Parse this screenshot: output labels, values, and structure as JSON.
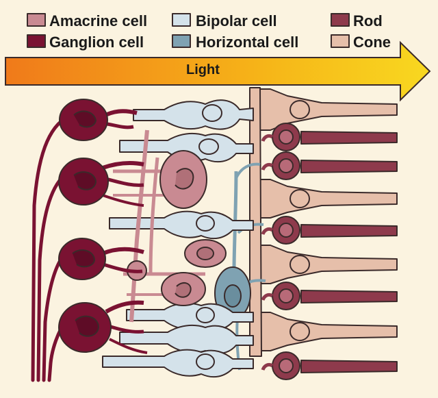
{
  "legend": {
    "amacrine": {
      "label": "Amacrine cell",
      "color": "#c98a92"
    },
    "bipolar": {
      "label": "Bipolar cell",
      "color": "#d4e2ea"
    },
    "rod": {
      "label": "Rod",
      "color": "#8e3a4c"
    },
    "ganglion": {
      "label": "Ganglion cell",
      "color": "#7a1232"
    },
    "horizontal": {
      "label": "Horizontal cell",
      "color": "#7fa2b2"
    },
    "cone": {
      "label": "Cone",
      "color": "#e6bfaa"
    }
  },
  "light_arrow": {
    "label": "Light"
  }
}
